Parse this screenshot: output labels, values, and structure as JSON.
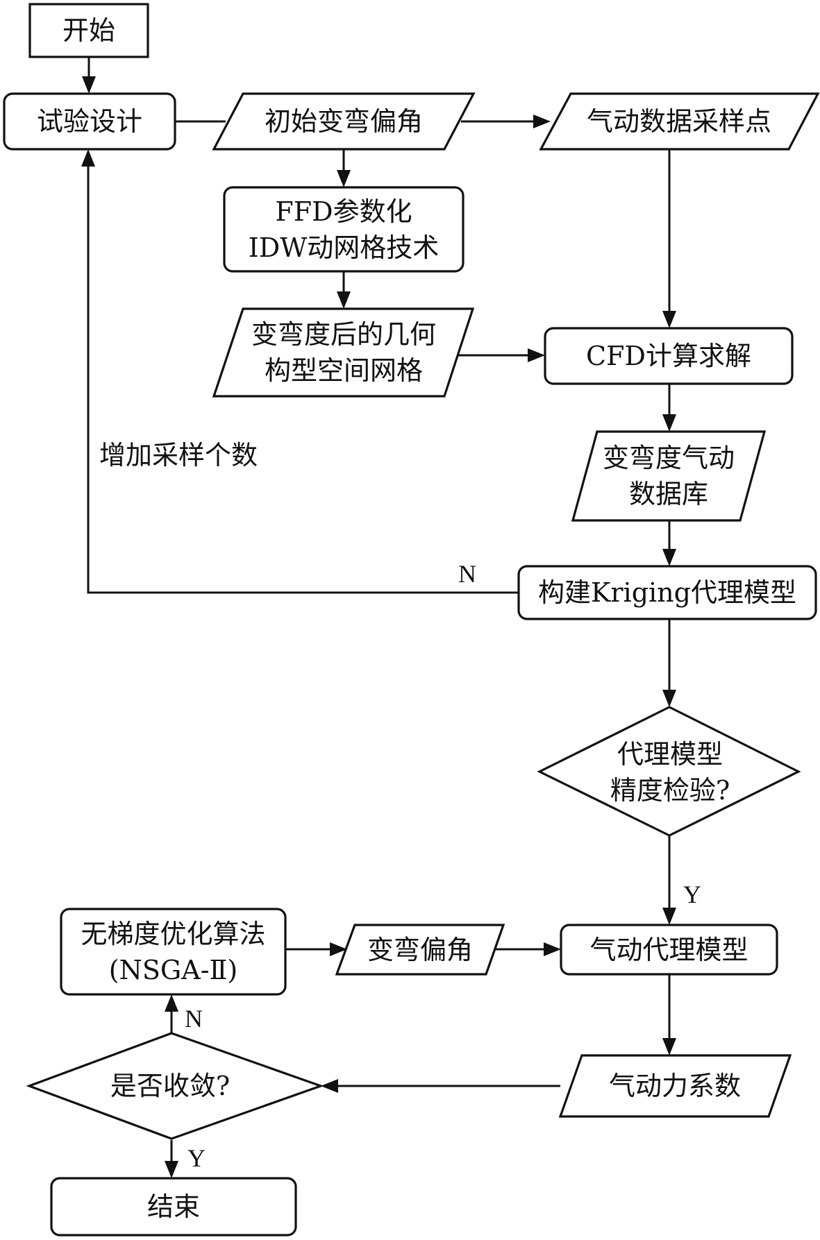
{
  "diagram": {
    "type": "flowchart",
    "nodes": {
      "start": {
        "shape": "rectangle",
        "lines": [
          "开始"
        ]
      },
      "doe": {
        "shape": "rounded-rect",
        "lines": [
          "试验设计"
        ]
      },
      "initial_camber": {
        "shape": "parallelogram",
        "lines": [
          "初始变弯偏角"
        ]
      },
      "sample_points": {
        "shape": "parallelogram",
        "lines": [
          "气动数据采样点"
        ]
      },
      "ffd": {
        "shape": "rounded-rect",
        "lines": [
          "FFD参数化",
          "IDW动网格技术"
        ]
      },
      "geometry_grid": {
        "shape": "parallelogram",
        "lines": [
          "变弯度后的几何",
          "构型空间网格"
        ]
      },
      "cfd": {
        "shape": "rounded-rect",
        "lines": [
          "CFD计算求解"
        ]
      },
      "database": {
        "shape": "parallelogram",
        "lines": [
          "变弯度气动",
          "数据库"
        ]
      },
      "kriging": {
        "shape": "rounded-rect",
        "lines": [
          "构建Kriging代理模型"
        ]
      },
      "accuracy_check": {
        "shape": "diamond",
        "lines": [
          "代理模型",
          "精度检验?"
        ]
      },
      "aero_surrogate": {
        "shape": "rounded-rect",
        "lines": [
          "气动代理模型"
        ]
      },
      "camber_angle": {
        "shape": "parallelogram",
        "lines": [
          "变弯偏角"
        ]
      },
      "optimizer": {
        "shape": "rounded-rect",
        "lines": [
          "无梯度优化算法",
          "(NSGA-Ⅱ)"
        ]
      },
      "converged": {
        "shape": "diamond",
        "lines": [
          "是否收敛?"
        ]
      },
      "coefficients": {
        "shape": "parallelogram",
        "lines": [
          "气动力系数"
        ]
      },
      "end": {
        "shape": "rounded-rect",
        "lines": [
          "结束"
        ]
      }
    },
    "edges": [
      {
        "from": "start",
        "to": "doe",
        "label": ""
      },
      {
        "from": "doe",
        "to": "initial_camber",
        "label": ""
      },
      {
        "from": "initial_camber",
        "to": "sample_points",
        "label": ""
      },
      {
        "from": "initial_camber",
        "to": "ffd",
        "label": ""
      },
      {
        "from": "ffd",
        "to": "geometry_grid",
        "label": ""
      },
      {
        "from": "geometry_grid",
        "to": "cfd",
        "label": ""
      },
      {
        "from": "sample_points",
        "to": "cfd",
        "label": ""
      },
      {
        "from": "cfd",
        "to": "database",
        "label": ""
      },
      {
        "from": "database",
        "to": "kriging",
        "label": ""
      },
      {
        "from": "kriging",
        "to": "doe",
        "label": "N"
      },
      {
        "from": "kriging",
        "to": "accuracy_check",
        "label": ""
      },
      {
        "from": "accuracy_check",
        "to": "aero_surrogate",
        "label": "Y"
      },
      {
        "from": "optimizer",
        "to": "camber_angle",
        "label": ""
      },
      {
        "from": "camber_angle",
        "to": "aero_surrogate",
        "label": ""
      },
      {
        "from": "aero_surrogate",
        "to": "coefficients",
        "label": ""
      },
      {
        "from": "coefficients",
        "to": "converged",
        "label": ""
      },
      {
        "from": "converged",
        "to": "optimizer",
        "label": "N"
      },
      {
        "from": "converged",
        "to": "end",
        "label": "Y"
      }
    ],
    "annotations": {
      "loop_note": "增加采样个数",
      "kriging_no": "N",
      "accuracy_yes": "Y",
      "converged_no": "N",
      "converged_yes": "Y"
    }
  }
}
